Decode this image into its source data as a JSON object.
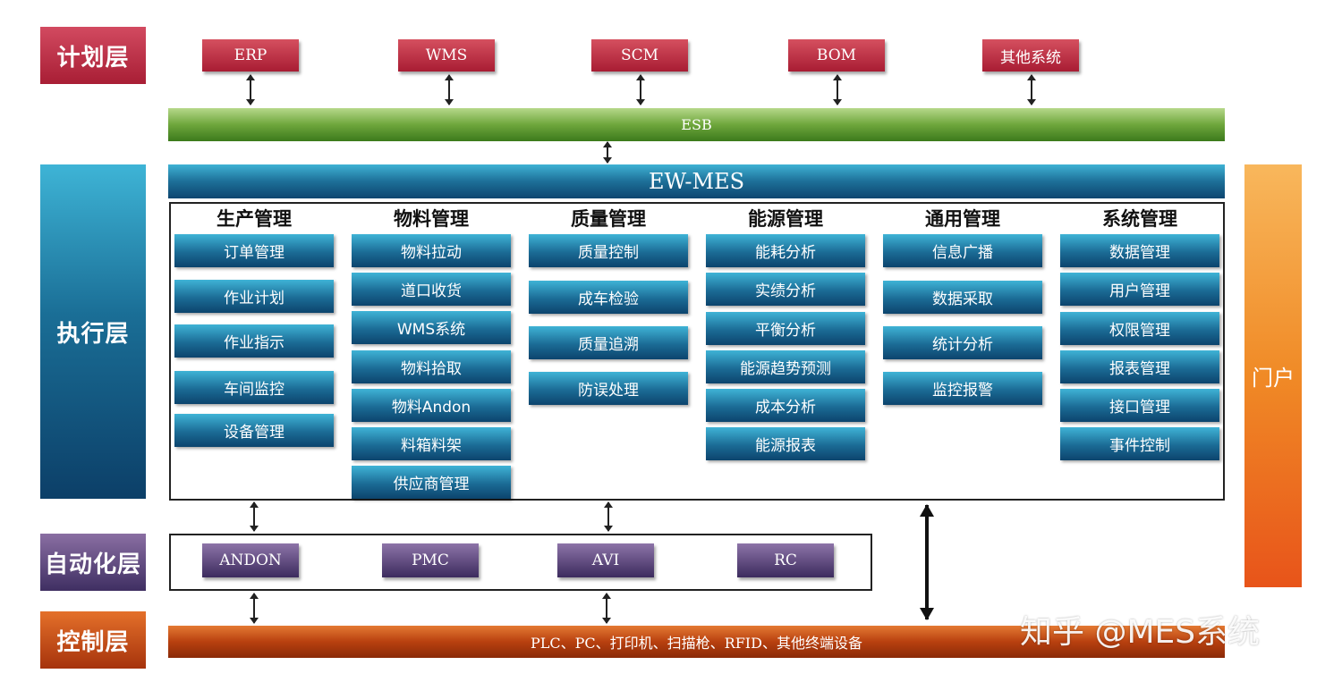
{
  "layers": {
    "plan": "计划层",
    "exec": "执行层",
    "auto": "自动化层",
    "ctrl": "控制层"
  },
  "systems": [
    "ERP",
    "WMS",
    "SCM",
    "BOM",
    "其他系统"
  ],
  "esb": "ESB",
  "mes": "EW-MES",
  "portal": "门户",
  "modules": [
    {
      "title": "生产管理",
      "items": [
        "订单管理",
        "作业计划",
        "作业指示",
        "车间监控",
        "设备管理"
      ]
    },
    {
      "title": "物料管理",
      "items": [
        "物料拉动",
        "道口收货",
        "WMS系统",
        "物料拾取",
        "物料Andon",
        "料箱料架",
        "供应商管理"
      ]
    },
    {
      "title": "质量管理",
      "items": [
        "质量控制",
        "成车检验",
        "质量追溯",
        "防误处理"
      ]
    },
    {
      "title": "能源管理",
      "items": [
        "能耗分析",
        "实绩分析",
        "平衡分析",
        "能源趋势预测",
        "成本分析",
        "能源报表"
      ]
    },
    {
      "title": "通用管理",
      "items": [
        "信息广播",
        "数据采取",
        "统计分析",
        "监控报警"
      ]
    },
    {
      "title": "系统管理",
      "items": [
        "数据管理",
        "用户管理",
        "权限管理",
        "报表管理",
        "接口管理",
        "事件控制"
      ]
    }
  ],
  "automation": [
    "ANDON",
    "PMC",
    "AVI",
    "RC"
  ],
  "control": "PLC、PC、打印机、扫描枪、RFID、其他终端设备",
  "watermark": "知乎 @MES系统"
}
